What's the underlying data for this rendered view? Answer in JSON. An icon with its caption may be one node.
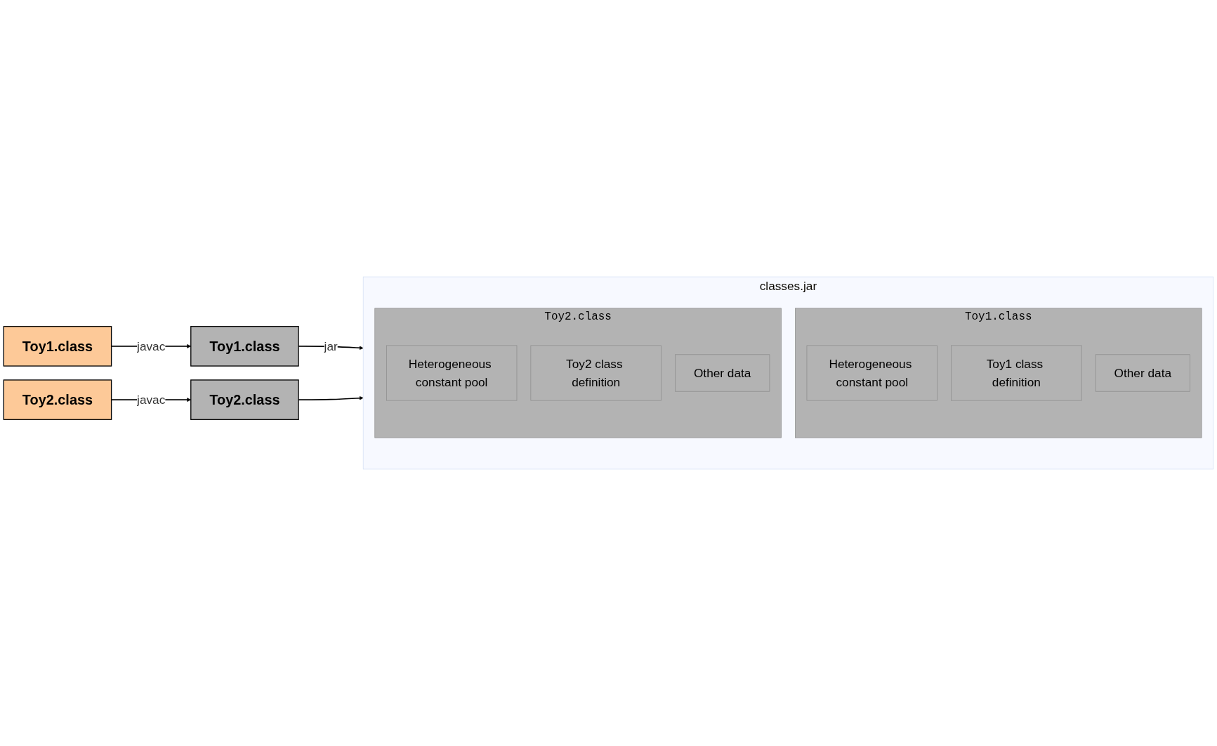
{
  "diagram": {
    "nodes": [
      {
        "text": [
          "Toy1.class"
        ]
      },
      {
        "text": [
          "Toy2.class"
        ]
      },
      {
        "text": [
          "Toy1.class"
        ]
      },
      {
        "text": [
          "Toy2.class"
        ]
      },
      {
        "text": [
          "classes.jar"
        ]
      },
      {
        "text": [
          "Toy1.class"
        ],
        "in": 4
      },
      {
        "text": [
          "Heterogeneous constant pool"
        ],
        "in": 5
      },
      {
        "text": [
          "Toy1 class definition"
        ],
        "in": 5
      },
      {
        "text": [
          "Other data"
        ],
        "in": 5
      },
      {
        "text": [
          "Toy2.class"
        ],
        "in": 4
      },
      {
        "text": [
          "Heterogeneous constant pool"
        ],
        "in": 9
      },
      {
        "text": [
          "Toy2 class definition"
        ],
        "in": 9
      },
      {
        "text": [
          "Other data"
        ],
        "in": 9
      }
    ],
    "edges": [
      {
        "from": 0,
        "to": 2,
        "arrow": "to",
        "label": "javac"
      },
      {
        "from": 1,
        "to": 3,
        "arrow": "to",
        "label": "javac"
      },
      {
        "from": 2,
        "to": 4,
        "arrow": "to",
        "label": "jar"
      },
      {
        "from": 3,
        "to": 4,
        "arrow": "to"
      }
    ]
  }
}
